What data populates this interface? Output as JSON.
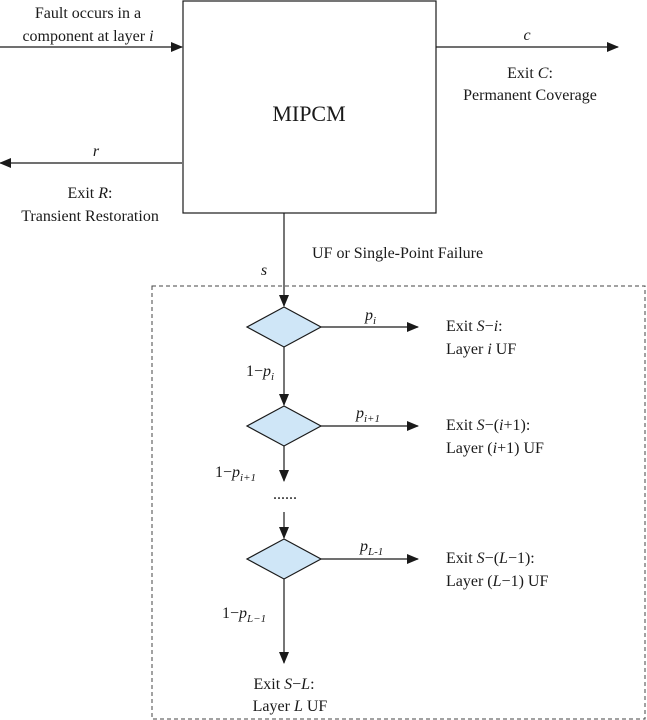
{
  "input": {
    "line1": "Fault occurs in a",
    "line2_prefix": "component at layer ",
    "line2_var": "i"
  },
  "center_box": {
    "label": "MIPCM"
  },
  "exit_c": {
    "edge_var": "c",
    "line1_prefix": "Exit ",
    "line1_var": "C",
    "line1_suffix": ":",
    "line2": "Permanent Coverage"
  },
  "exit_r": {
    "edge_var": "r",
    "line1_prefix": "Exit ",
    "line1_var": "R",
    "line1_suffix": ":",
    "line2": "Transient Restoration"
  },
  "exit_s": {
    "edge_var": "s",
    "description": "UF or Single-Point Failure"
  },
  "decision_1": {
    "edge_var": "p",
    "edge_sub": "i",
    "exit_prefix": "Exit ",
    "exit_var": "S",
    "exit_mid": "−",
    "exit_idx": "i",
    "exit_suffix": ":",
    "layer_prefix": "Layer ",
    "layer_var": "i",
    "layer_suffix": " UF",
    "down_prefix": "1−",
    "down_var": "p",
    "down_sub": "i"
  },
  "decision_2": {
    "edge_var": "p",
    "edge_sub": "i+1",
    "exit_prefix": "Exit ",
    "exit_var": "S",
    "exit_mid": "−(",
    "exit_idx": "i",
    "exit_suffix": "+1):",
    "layer_prefix": "Layer  (",
    "layer_var": "i",
    "layer_suffix": "+1) UF",
    "down_prefix": "1−",
    "down_var": "p",
    "down_sub": "i+1"
  },
  "ellipsis": "......",
  "decision_3": {
    "edge_var": "p",
    "edge_sub": "L-1",
    "exit_prefix": "Exit ",
    "exit_var": "S",
    "exit_mid": "−(",
    "exit_idx": "L",
    "exit_suffix": "−1):",
    "layer_prefix": "Layer  (",
    "layer_var": "L",
    "layer_suffix": "−1) UF",
    "down_prefix": "1−",
    "down_var": "p",
    "down_sub": "L−1"
  },
  "exit_final": {
    "exit_prefix": "Exit ",
    "exit_var": "S",
    "exit_mid": "−",
    "exit_idx": "L",
    "exit_suffix": ":",
    "layer_prefix": "Layer ",
    "layer_var": "L",
    "layer_suffix": " UF"
  },
  "colors": {
    "decision_fill": "#cfe6f7",
    "stroke": "#1a1a1a"
  }
}
